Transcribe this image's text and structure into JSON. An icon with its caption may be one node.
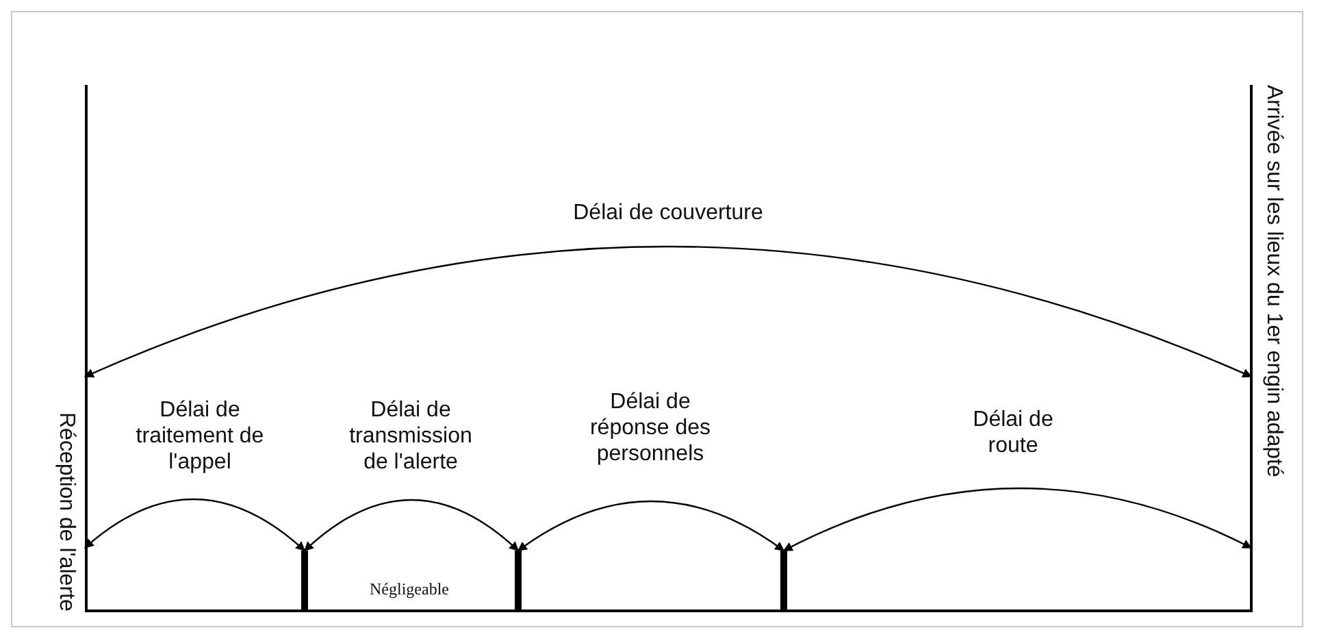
{
  "diagram": {
    "nodes": [
      {
        "text": [
          "Réception de l'alerte"
        ]
      },
      {
        "text": [],
        "shape": "bar"
      },
      {
        "text": [],
        "shape": "bar"
      },
      {
        "text": [],
        "shape": "bar"
      },
      {
        "text": [
          "Arrivée sur les lieux du 1er engin adapté"
        ]
      }
    ],
    "edges": [
      {
        "from": 0,
        "to": 4,
        "arrow": "both",
        "label": "Délai de couverture"
      },
      {
        "from": 0,
        "to": 1,
        "arrow": "both",
        "label": "Délai de traitement de l'appel"
      },
      {
        "from": 1,
        "to": 2,
        "arrow": "both",
        "label": "Délai de transmission de l'alerte"
      },
      {
        "from": 2,
        "to": 3,
        "arrow": "both",
        "label": "Délai de réponse des personnels"
      },
      {
        "from": 3,
        "to": 4,
        "arrow": "both",
        "label": "Délai de route"
      }
    ],
    "labels": [
      "Négligeable"
    ]
  }
}
